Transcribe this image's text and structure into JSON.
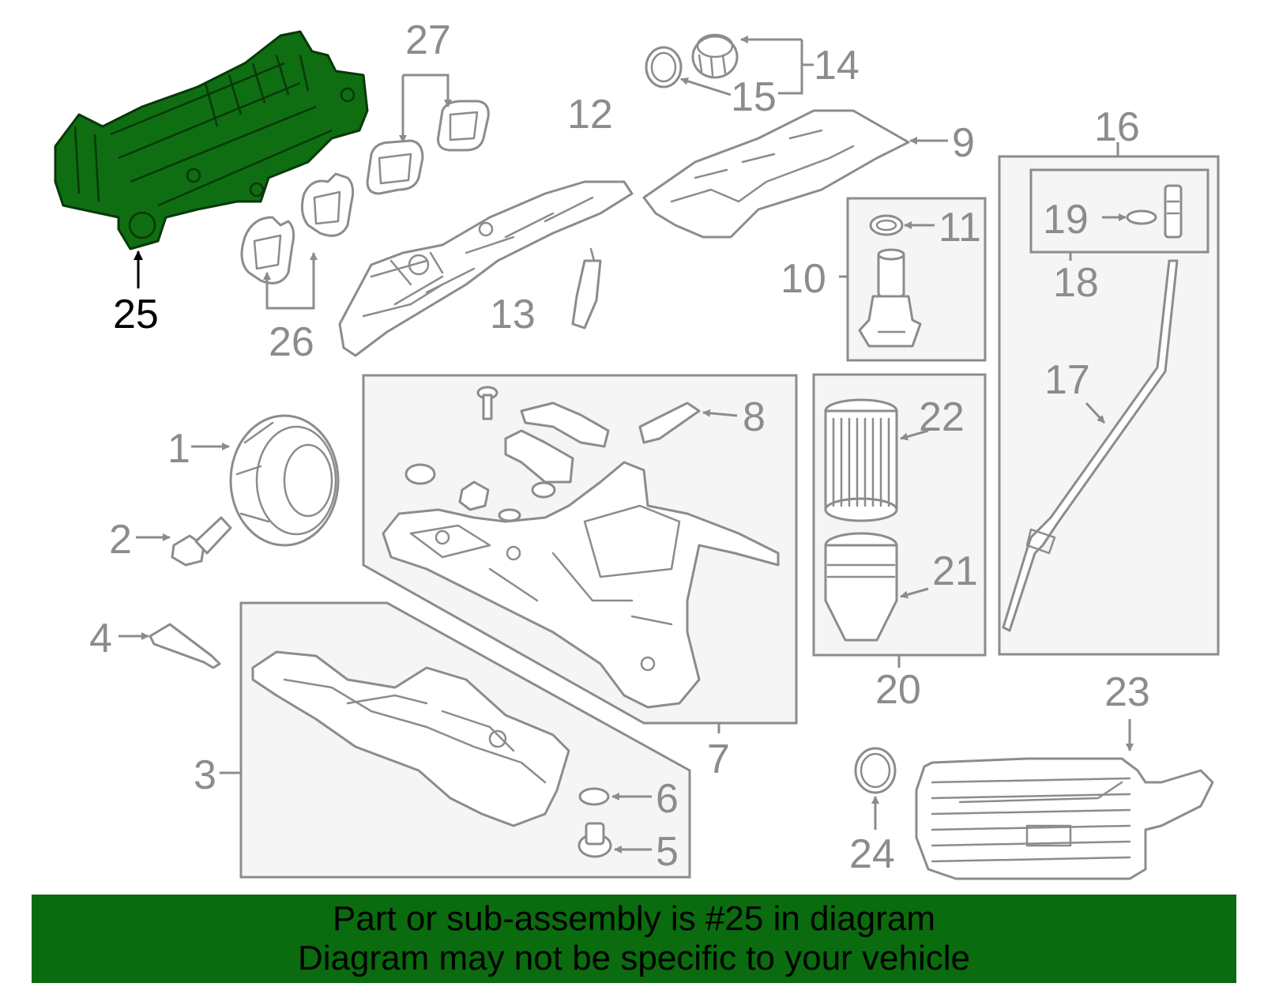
{
  "colors": {
    "highlight": "#0f6e12",
    "banner": "#0b6b0f",
    "linework": "#8c8c8c"
  },
  "callouts": {
    "c1": "1",
    "c2": "2",
    "c3": "3",
    "c4": "4",
    "c5": "5",
    "c6": "6",
    "c7": "7",
    "c8": "8",
    "c9": "9",
    "c10": "10",
    "c11": "11",
    "c12": "12",
    "c13": "13",
    "c14": "14",
    "c15": "15",
    "c16": "16",
    "c17": "17",
    "c18": "18",
    "c19": "19",
    "c20": "20",
    "c21": "21",
    "c22": "22",
    "c23": "23",
    "c24": "24",
    "c25": "25",
    "c26": "26",
    "c27": "27"
  },
  "banner": {
    "line1": "Part or sub-assembly is #25 in diagram",
    "line2": "Diagram may not be specific to your vehicle"
  }
}
